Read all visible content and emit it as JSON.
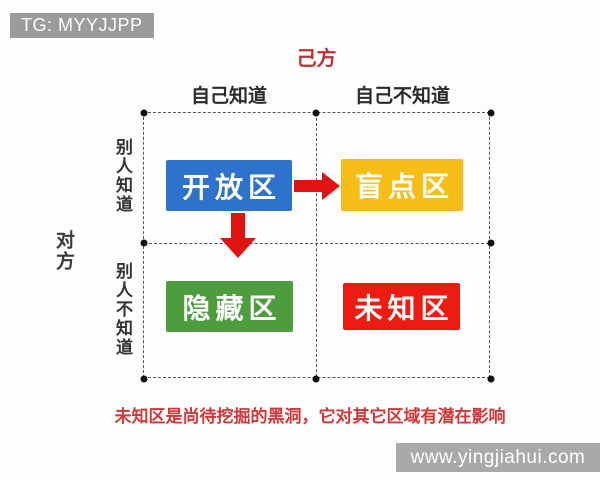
{
  "banner": {
    "label": "TG: MYYJJPP",
    "bg": "#9b9b9b"
  },
  "axes": {
    "top_title": "己方",
    "top_title_color": "#b63434",
    "left_title": "对方",
    "col_headers": [
      "自己知道",
      "自己不知道"
    ],
    "row_headers": [
      "别人知道",
      "别人不知道"
    ]
  },
  "quadrants": [
    {
      "id": "open",
      "label": "开放区",
      "color": "#2e72cc",
      "row": "别人知道",
      "col": "自己知道"
    },
    {
      "id": "blind",
      "label": "盲点区",
      "color": "#f7bd17",
      "row": "别人知道",
      "col": "自己不知道"
    },
    {
      "id": "hidden",
      "label": "隐藏区",
      "color": "#4d9c3d",
      "row": "别人不知道",
      "col": "自己知道"
    },
    {
      "id": "unknown",
      "label": "未知区",
      "color": "#ec1c13",
      "row": "别人不知道",
      "col": "自己不知道"
    }
  ],
  "arrows": [
    {
      "from": "开放区",
      "to": "盲点区",
      "direction": "right",
      "color": "#e01212"
    },
    {
      "from": "开放区",
      "to": "隐藏区",
      "direction": "down",
      "color": "#e01212"
    }
  ],
  "caption": {
    "text": "未知区是尚待挖掘的黑洞，它对其它区域有潜在影响",
    "color": "#cf3838"
  },
  "watermark": {
    "text": "www.yingjiahui.com",
    "bg": "#a9a9a9"
  }
}
